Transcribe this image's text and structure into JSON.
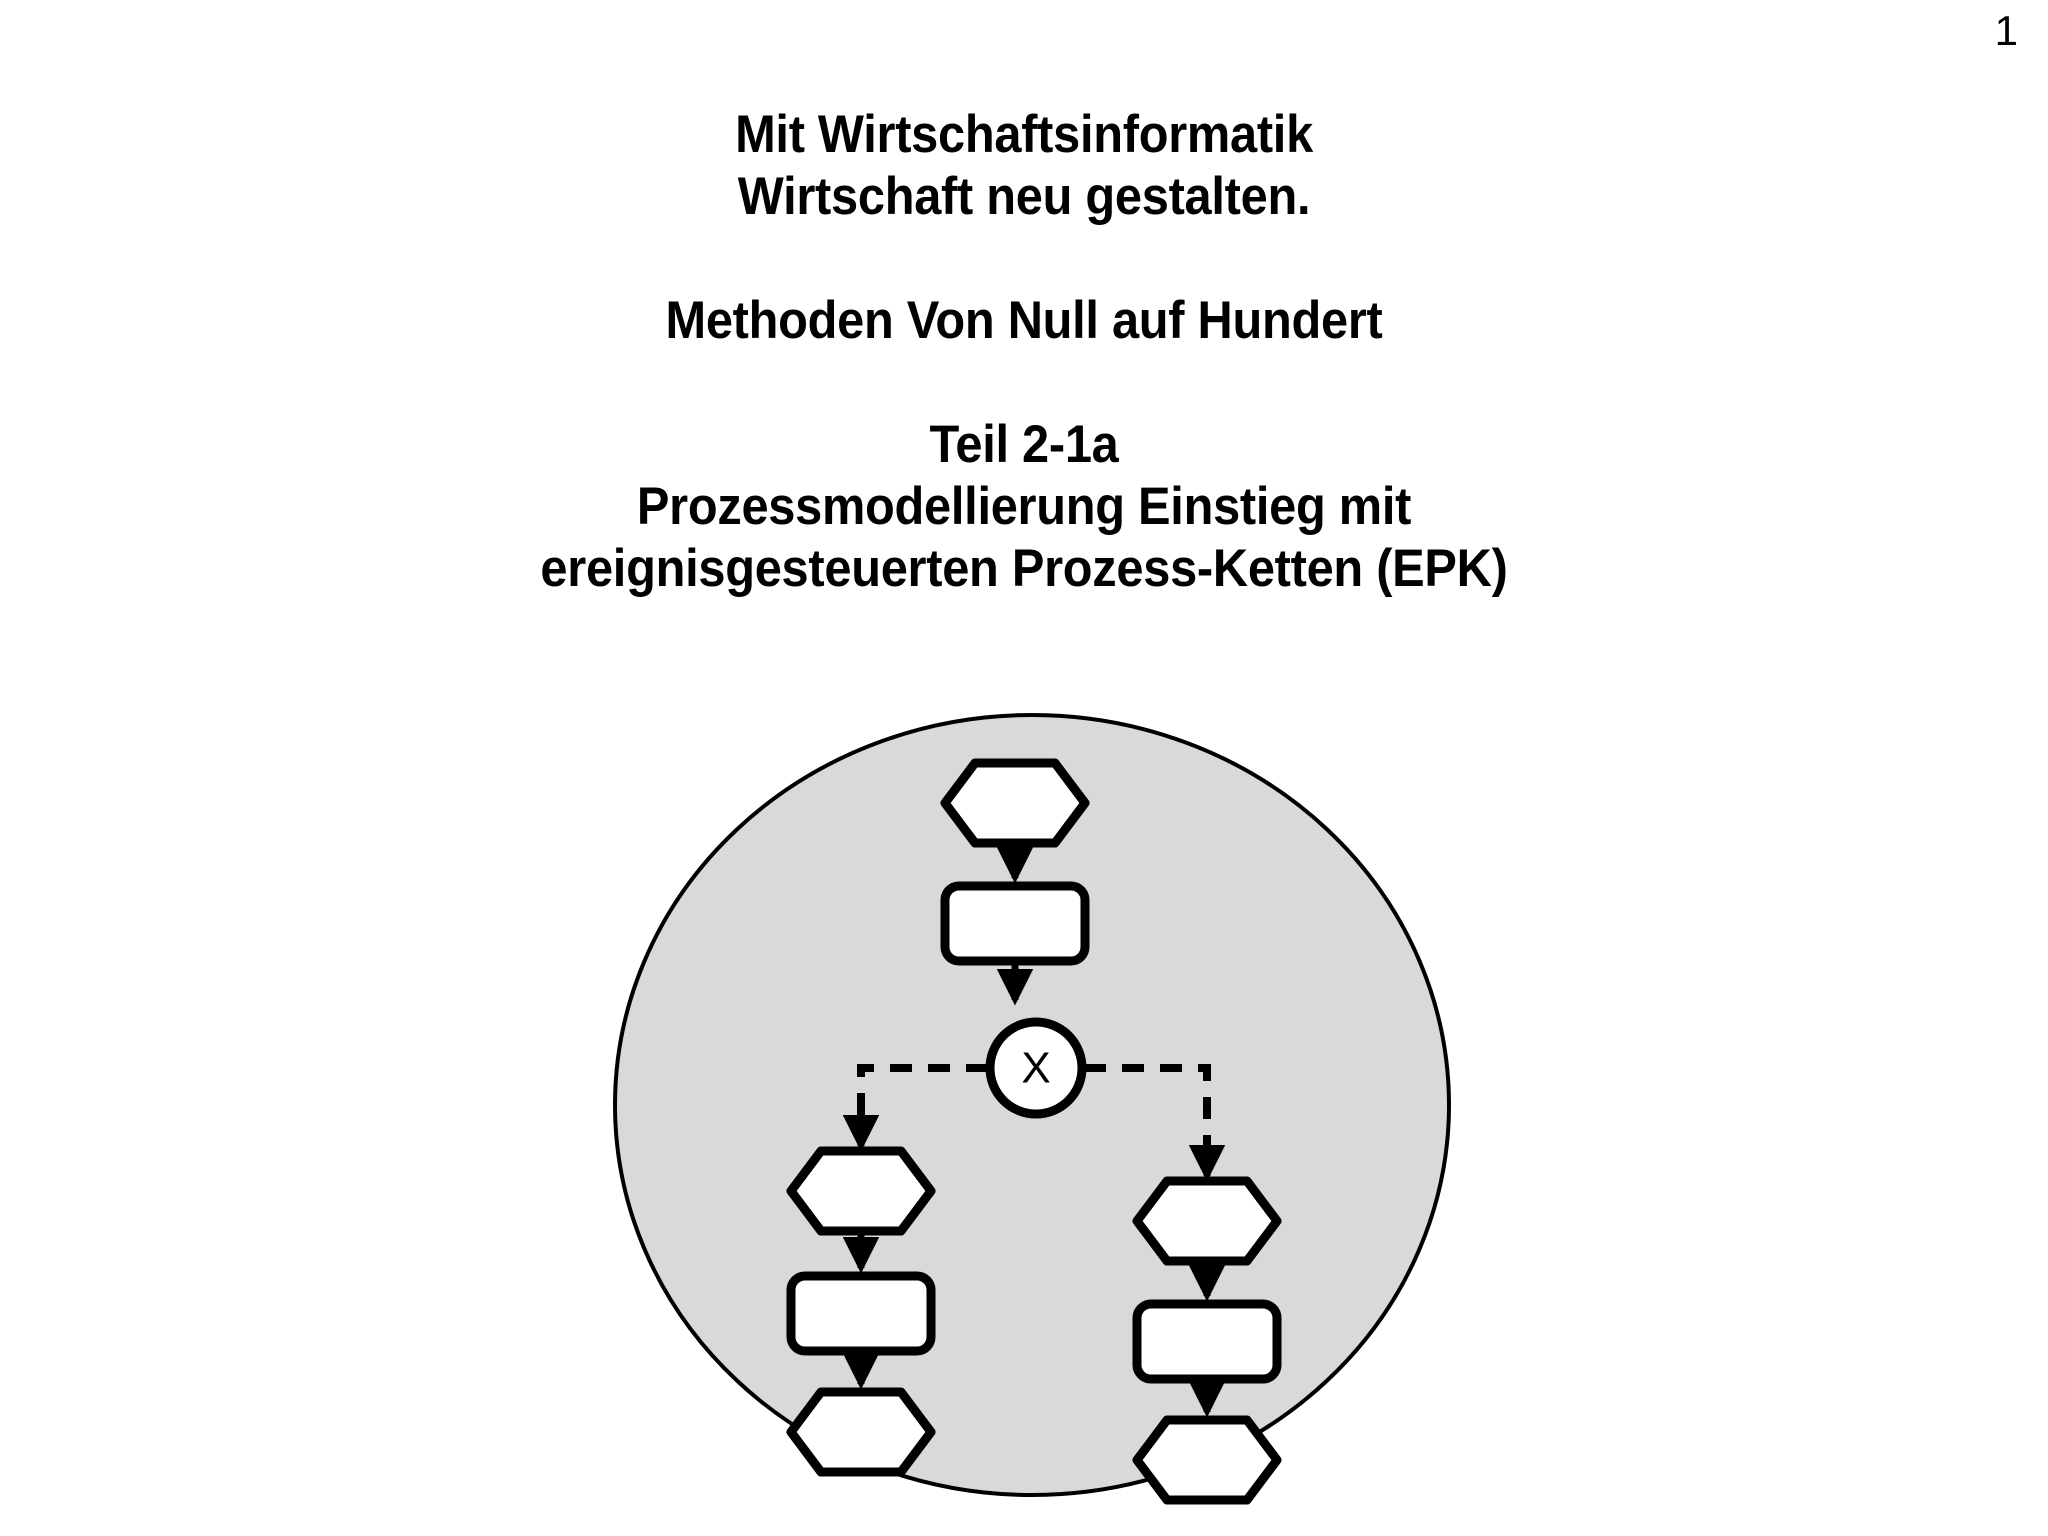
{
  "slide": {
    "page_number": "1",
    "background_color": "#ffffff",
    "text_color": "#000000"
  },
  "title": {
    "lines": [
      "Mit Wirtschaftsinformatik",
      "Wirtschaft neu gestalten.",
      "",
      "Methoden Von Null auf Hundert",
      "",
      "Teil 2-1a",
      "Prozessmodellierung Einstieg mit",
      "ereignisgesteuerten Prozess-Ketten (EPK)"
    ],
    "line1": "Mit Wirtschaftsinformatik",
    "line2": "Wirtschaft neu gestalten.",
    "line3": "Methoden Von Null auf Hundert",
    "line4": "Teil 2-1a",
    "line5": "Prozessmodellierung Einstieg mit",
    "line6": "ereignisgesteuerten Prozess-Ketten (EPK)"
  },
  "diagram": {
    "name": "epk-process-chain-illustration",
    "circle_fill": "#d9d9d9",
    "circle_stroke": "#000000",
    "shape_fill": "#ffffff",
    "shape_stroke": "#000000",
    "connector_label": "X",
    "nodes": [
      {
        "id": "start-event",
        "type": "event",
        "label": ""
      },
      {
        "id": "function-1",
        "type": "function",
        "label": ""
      },
      {
        "id": "xor-connector",
        "type": "connector",
        "label": "X"
      },
      {
        "id": "left-event",
        "type": "event",
        "label": ""
      },
      {
        "id": "left-function",
        "type": "function",
        "label": ""
      },
      {
        "id": "left-end-event",
        "type": "event",
        "label": ""
      },
      {
        "id": "right-event",
        "type": "event",
        "label": ""
      },
      {
        "id": "right-function",
        "type": "function",
        "label": ""
      },
      {
        "id": "right-end-event",
        "type": "event",
        "label": ""
      }
    ],
    "edges": [
      {
        "from": "start-event",
        "to": "function-1",
        "style": "solid"
      },
      {
        "from": "function-1",
        "to": "xor-connector",
        "style": "solid"
      },
      {
        "from": "xor-connector",
        "to": "left-event",
        "style": "dashed"
      },
      {
        "from": "xor-connector",
        "to": "right-event",
        "style": "dashed"
      },
      {
        "from": "left-event",
        "to": "left-function",
        "style": "solid"
      },
      {
        "from": "left-function",
        "to": "left-end-event",
        "style": "solid"
      },
      {
        "from": "right-event",
        "to": "right-function",
        "style": "solid"
      },
      {
        "from": "right-function",
        "to": "right-end-event",
        "style": "solid"
      }
    ]
  }
}
